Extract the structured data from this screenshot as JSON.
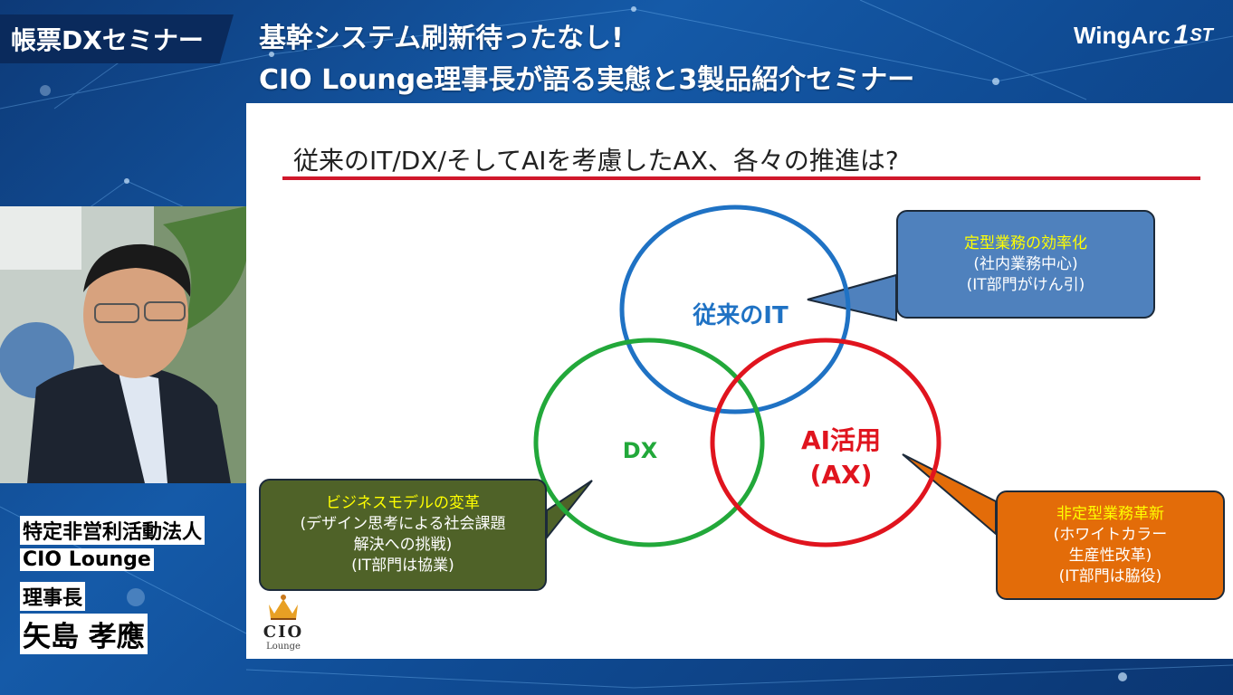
{
  "header": {
    "badge": "帳票DXセミナー",
    "title_line1": "基幹システム刷新待ったなし!",
    "title_line2": "CIO Lounge理事長が語る実態と3製品紹介セミナー",
    "brand": "WingArc",
    "brand_num": "1",
    "brand_suffix": "ST"
  },
  "speaker": {
    "org": "特定非営利活動法人",
    "group": "CIO Lounge",
    "role": "理事長",
    "name": "矢島 孝應"
  },
  "slide": {
    "title": "従来のIT/DX/そしてAIを考慮したAX、各々の推進は?",
    "circles": {
      "it_label": "従来のIT",
      "dx_label": "DX",
      "ai_label_1": "AI活用",
      "ai_label_2": "(AX)"
    },
    "callouts": {
      "it": {
        "title": "定型業務の効率化",
        "line1": "(社内業務中心)",
        "line2": "(IT部門がけん引)"
      },
      "dx": {
        "title": "ビジネスモデルの変革",
        "line1": "(デザイン思考による社会課題",
        "line2": "解決への挑戦)",
        "line3": "(IT部門は協業)"
      },
      "ai": {
        "title": "非定型業務革新",
        "line1": "(ホワイトカラー",
        "line2": "生産性改革)",
        "line3": "(IT部門は脇役)"
      }
    },
    "logo": {
      "text": "CIO",
      "sub": "Lounge"
    }
  },
  "colors": {
    "it_circle": "#1f72c4",
    "dx_circle": "#22a83a",
    "ai_circle": "#e0141e",
    "title_rule": "#d0182b"
  }
}
